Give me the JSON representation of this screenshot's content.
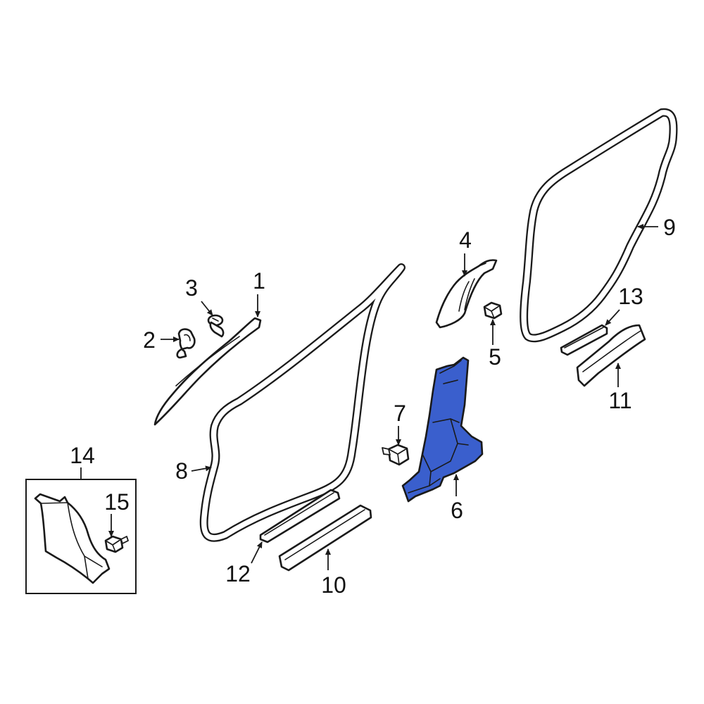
{
  "colors": {
    "highlight": "#3a5fcd",
    "line": "#1a1a1a",
    "background": "#ffffff"
  },
  "callouts": {
    "c1": "1",
    "c2": "2",
    "c3": "3",
    "c4": "4",
    "c5": "5",
    "c6": "6",
    "c7": "7",
    "c8": "8",
    "c9": "9",
    "c10": "10",
    "c11": "11",
    "c12": "12",
    "c13": "13",
    "c14": "14",
    "c15": "15"
  },
  "highlighted_part": "6"
}
